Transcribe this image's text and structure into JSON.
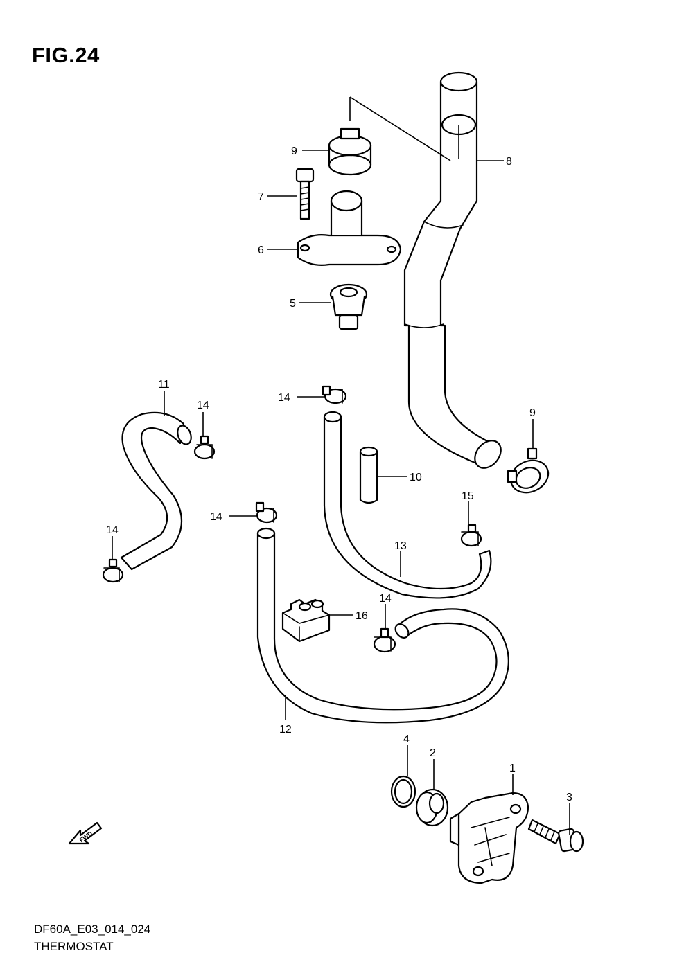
{
  "figure": {
    "title": "FIG.24",
    "code": "DF60A_E03_014_024",
    "name": "THERMOSTAT",
    "fwd_label": "FWD"
  },
  "callouts": {
    "c1": "1",
    "c2": "2",
    "c3": "3",
    "c4": "4",
    "c5": "5",
    "c6": "6",
    "c7": "7",
    "c8": "8",
    "c9a": "9",
    "c9b": "9",
    "c10": "10",
    "c11": "11",
    "c12": "12",
    "c13": "13",
    "c14a": "14",
    "c14b": "14",
    "c14c": "14",
    "c14d": "14",
    "c14e": "14",
    "c15": "15",
    "c16": "16"
  }
}
